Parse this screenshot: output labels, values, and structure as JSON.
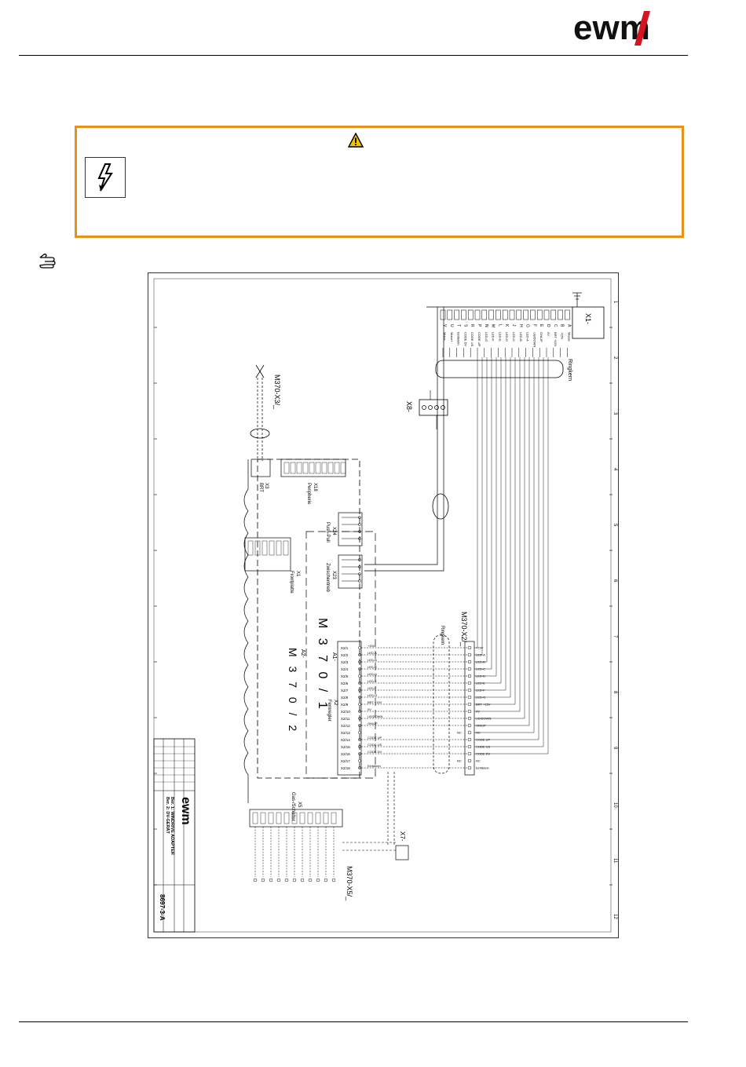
{
  "header": {
    "logo_text": "ewm"
  },
  "warning": {
    "symbol": "warning-triangle-icon",
    "hazard_icon": "high-voltage-icon",
    "accent_color": "#e8921e"
  },
  "note_icon": "pointing-hand-icon",
  "schematic": {
    "connectors": {
      "x1": "X1-",
      "x8": "X8-",
      "x7": "X7-",
      "x3_ext": "M370-X3/_",
      "x2_ext": "M370-X2/_",
      "x5_ext": "M370-X5/_"
    },
    "modules": {
      "a1": "A1-",
      "a1_name": "M 3 7 0 / 1",
      "a2": "A2-",
      "a2_name": "M 3 7 0 / 2"
    },
    "blocks": {
      "x3": "X3",
      "x3_name": "BRT",
      "x18": "X18",
      "x18_name": "Peripherie",
      "x24": "X24",
      "x24_name": "Push-Pull",
      "x1": "X1",
      "x1_name": "Frontplatte",
      "x23": "X23",
      "x23_name": "Zwischentrieb",
      "x2": "X2",
      "x2_name": "Fernregler",
      "x5": "X5",
      "x5_name": "Gas-/Schalter"
    },
    "ferrite_label": "Ringkern",
    "x2_pins": [
      "X2/1",
      "X2/2",
      "X2/3",
      "X2/4",
      "X2/5",
      "X2/6",
      "X2/7",
      "X2/8",
      "X2/9",
      "X2/10",
      "X2/11",
      "X2/12",
      "X2/13",
      "X2/14",
      "X2/15",
      "X2/16",
      "X2/17",
      "X2/18"
    ],
    "x2_signals": [
      "+15V",
      "LED-A",
      "LED-B",
      "LED-C",
      "LED-D",
      "LED-E",
      "LED-F",
      "LED-G",
      "BRT +15V",
      "0V",
      "US/DOWN",
      "ON/UP",
      "NC",
      "CODE UP",
      "CODE US",
      "CODE DV",
      "NC",
      "Einfädeln"
    ],
    "x1_pin_letters": [
      "A",
      "B",
      "C",
      "D",
      "E",
      "F",
      "G",
      "H",
      "J",
      "K",
      "L",
      "M",
      "N",
      "P",
      "R",
      "S",
      "T",
      "U",
      "V"
    ],
    "x1_signals": [
      "Masse",
      "+15V",
      "BRT +15V",
      "0V",
      "ON/UP",
      "US/DOWN",
      "LED-A",
      "LED-B",
      "LED-C",
      "LED-D",
      "LED-E",
      "LED-F",
      "LED-G",
      "CODE UP",
      "CODE US",
      "CODE DV",
      "Einfädeln",
      "Motor+",
      "Motor-"
    ],
    "ruler_top": [
      "1",
      "2",
      "3",
      "4",
      "5",
      "6",
      "7",
      "8",
      "9",
      "10",
      "11",
      "12"
    ],
    "title_block": {
      "brand": "ewm",
      "line1": "Ber. 1: WINDRIVE ADAPTER",
      "line2": "Ber. 2: DV-GERÄT",
      "drawing_no": "8697-3-A"
    }
  }
}
